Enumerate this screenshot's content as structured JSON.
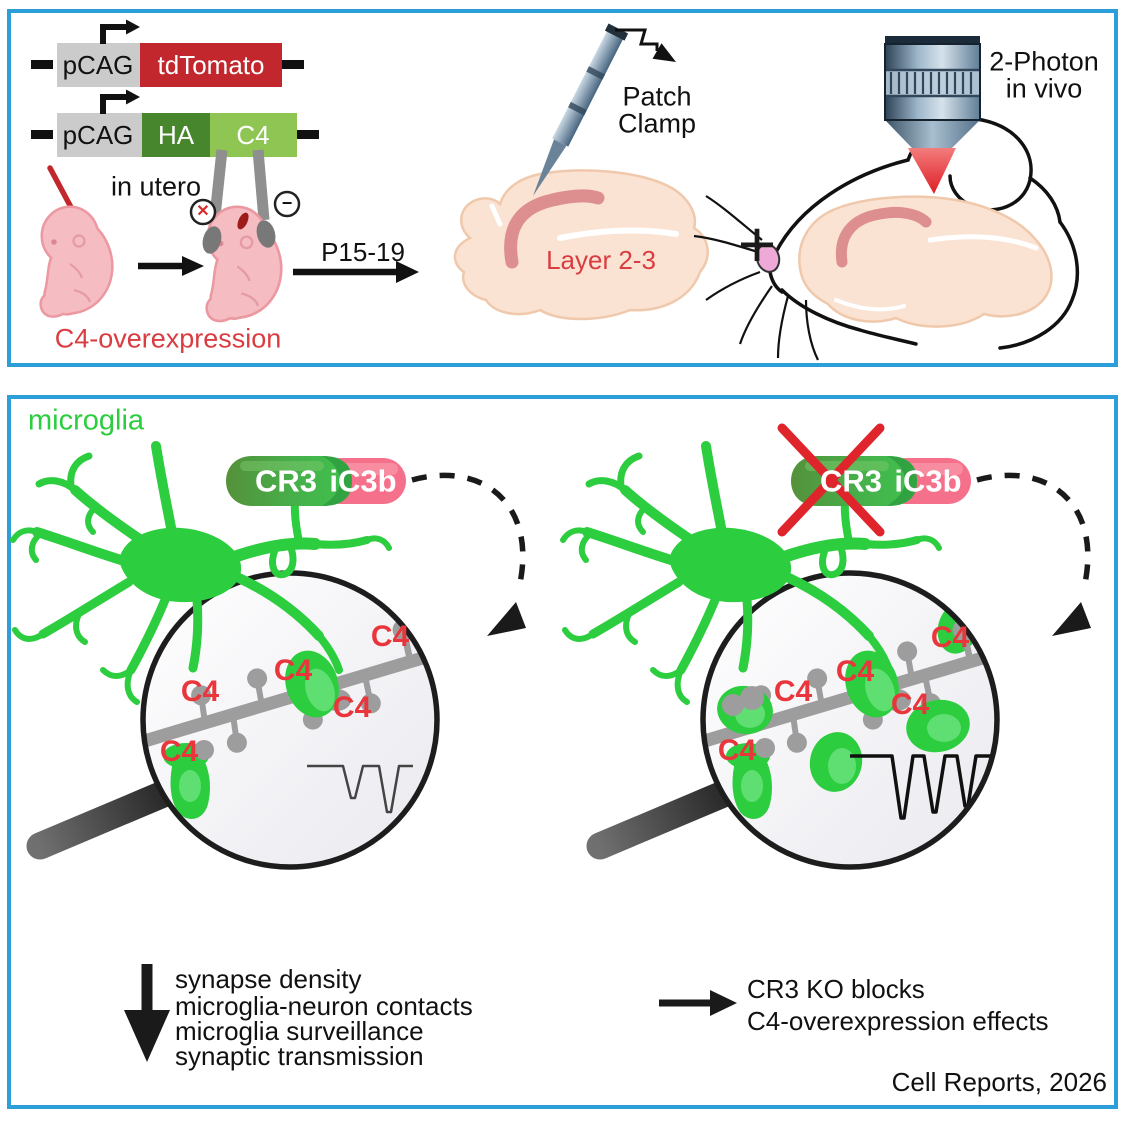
{
  "colors": {
    "panel_border": "#2D9FD8",
    "microglia_green": "#2CCD3E",
    "tdtomato_red": "#C1272D",
    "ha_green": "#48862D",
    "c4_green": "#8FC653",
    "ic3b_pink": "#F5718B",
    "label_red": "#DC3A40",
    "dendrite_gray": "#9D9D9D"
  },
  "top_panel": {
    "construct1": {
      "promoter": "pCAG",
      "gene": "tdTomato"
    },
    "construct2": {
      "promoter": "pCAG",
      "tag": "HA",
      "gene": "C4"
    },
    "in_utero_label": "in utero",
    "electrode_positive": "✕",
    "electrode_negative": "−",
    "condition_label": "C4-overexpression",
    "age_label": "P15-19",
    "patch_clamp_line1": "Patch",
    "patch_clamp_line2": "Clamp",
    "layer_label": "Layer 2-3",
    "plus_sign": "+",
    "two_photon_line1": "2-Photon",
    "two_photon_line2": "in vivo"
  },
  "bottom_panel": {
    "microglia_label": "microglia",
    "left_receptor": {
      "receptor": "CR3",
      "ligand": "iC3b"
    },
    "right_receptor": {
      "receptor": "CR3",
      "ligand": "iC3b"
    },
    "left_c4": [
      "C4",
      "C4",
      "C4",
      "C4",
      "C4"
    ],
    "right_c4": [
      "C4",
      "C4",
      "C4",
      "C4",
      "C4"
    ],
    "down_arrow_effects": [
      "synapse density",
      "microglia-neuron contacts",
      "microglia surveillance",
      "synaptic transmission"
    ],
    "right_arrow_effects": [
      "CR3 KO blocks",
      "C4-overexpression effects"
    ],
    "citation": "Cell Reports, 2026"
  }
}
